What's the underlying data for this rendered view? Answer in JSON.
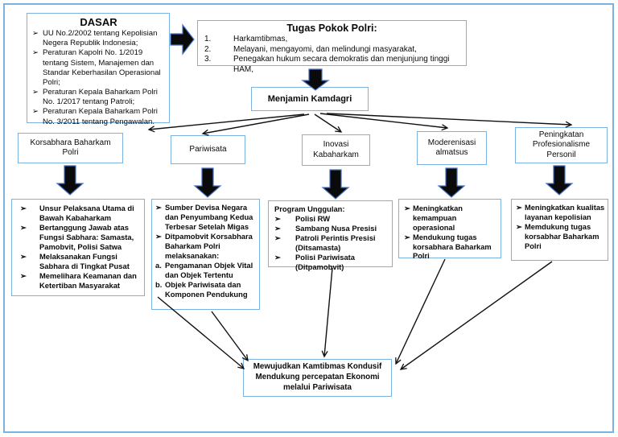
{
  "colors": {
    "box_border": "#7cb2e2",
    "arrow_fill": "#0a0a0a",
    "arrow_accent": "#4472c4"
  },
  "glyphs": {
    "bullet": "➢"
  },
  "dasar": {
    "title": "DASAR",
    "items": [
      "UU No.2/2002 tentang Kepolisian Negera Republik Indonesia;",
      "Peraturan Kapolri No. 1/2019 tentang Sistem, Manajemen dan Standar Keberhasilan Operasional Polri;",
      "Peraturan Kepala Baharkam Polri No. 1/2017 tentang Patroli;",
      "Peraturan Kepala Baharkam Polri No. 3/2011 tentang Pengawalan."
    ]
  },
  "tugas": {
    "title": "Tugas Pokok Polri:",
    "items": [
      {
        "num": "1.",
        "text": "Harkamtibmas,"
      },
      {
        "num": "2.",
        "text": "Melayani, mengayomi, dan melindungi masyarakat,"
      },
      {
        "num": "3.",
        "text": "Penegakan hukum secara demokratis dan menjunjung tinggi HAM,"
      }
    ]
  },
  "kamdagri": {
    "label": "Menjamin Kamdagri"
  },
  "categories": [
    {
      "label": "Korsabhara Baharkam Polri"
    },
    {
      "label": "Pariwisata"
    },
    {
      "label": "Inovasi Kabaharkam"
    },
    {
      "label": "Moderenisasi almatsus"
    },
    {
      "label": "Peningkatan Profesionalisme Personil"
    }
  ],
  "details": [
    {
      "items": [
        {
          "marker": "➢",
          "text": "Unsur Pelaksana Utama di Bawah Kabaharkam"
        },
        {
          "marker": "➢",
          "text": "Bertanggung Jawab atas Fungsi Sabhara: Samasta, Pamobvit, Polisi Satwa"
        },
        {
          "marker": "➢",
          "text": "Melaksanakan Fungsi Sabhara di Tingkat Pusat"
        },
        {
          "marker": "➢",
          "text": "Memelihara Keamanan dan Ketertiban Masyarakat"
        }
      ]
    },
    {
      "items": [
        {
          "marker": "➢",
          "text": "Sumber Devisa Negara dan Penyumbang Kedua Terbesar Setelah Migas"
        },
        {
          "marker": "➢",
          "text": "Ditpamobvit Korsabhara Baharkam Polri melaksanakan:"
        },
        {
          "marker": "a.",
          "text": "Pengamanan Objek Vital dan Objek Tertentu"
        },
        {
          "marker": "b.",
          "text": "Objek Pariwisata dan Komponen Pendukung"
        }
      ]
    },
    {
      "header": "Program Unggulan:",
      "items": [
        {
          "marker": "➢",
          "text": "Polisi RW"
        },
        {
          "marker": "➢",
          "text": "Sambang Nusa Presisi"
        },
        {
          "marker": "➢",
          "text": "Patroli Perintis Presisi (Ditsamasta)"
        },
        {
          "marker": "➢",
          "text": "Polisi Pariwisata (Ditpamobvit)"
        }
      ]
    },
    {
      "items": [
        {
          "marker": "➢",
          "text": "Meningkatkan kemampuan operasional"
        },
        {
          "marker": "➢",
          "text": "Mendukung tugas korsabhara Baharkam Polri"
        }
      ]
    },
    {
      "items": [
        {
          "marker": "➢",
          "text": "Meningkatkan kualitas layanan kepolisian"
        },
        {
          "marker": "➢",
          "text": "Memdukung tugas korsabhar Baharkam Polri"
        }
      ]
    }
  ],
  "outcome": {
    "label": "Mewujudkan Kamtibmas Kondusif Mendukung percepatan Ekonomi melalui Pariwisata"
  }
}
